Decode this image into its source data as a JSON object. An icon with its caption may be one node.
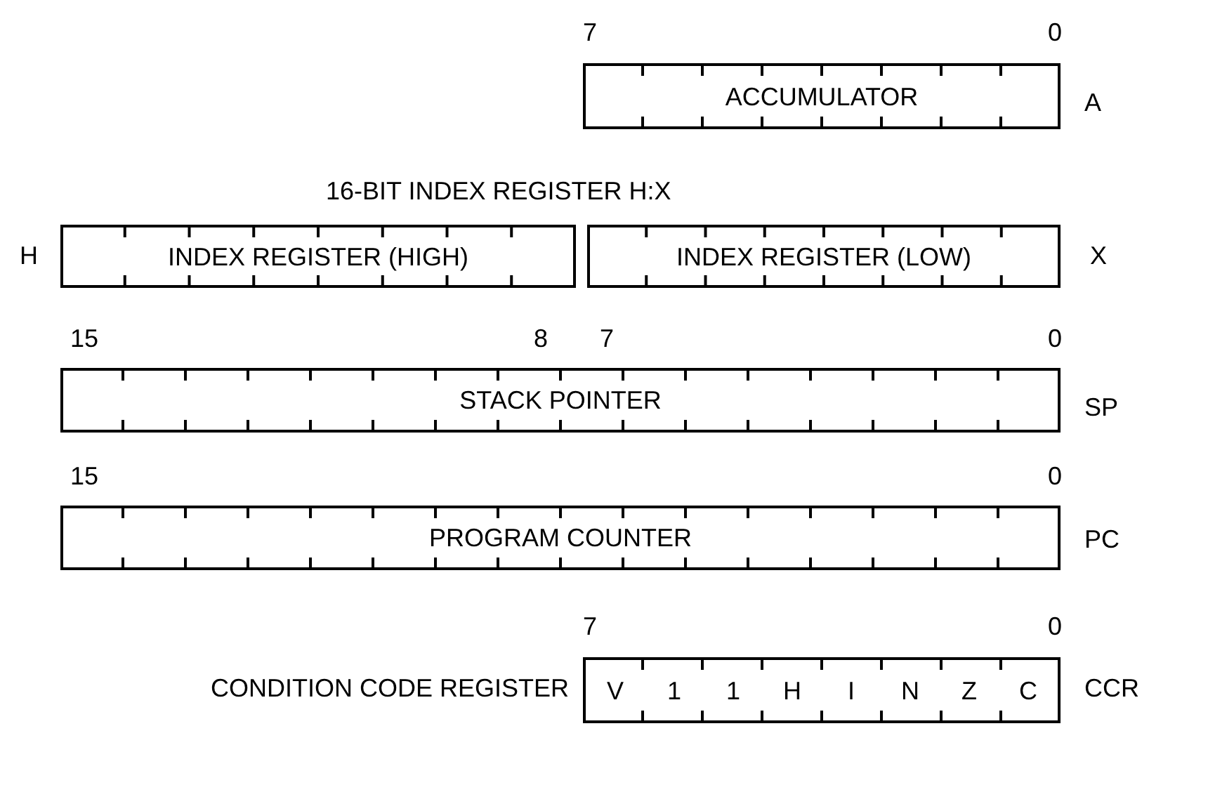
{
  "diagram": {
    "nodes": [
      {
        "text": [
          "ACCUMULATOR"
        ],
        "beside": [
          "A"
        ]
      },
      {
        "text": [
          "INDEX REGISTER (HIGH)"
        ],
        "beside": [
          "H"
        ]
      },
      {
        "text": [
          "INDEX REGISTER (LOW)"
        ],
        "beside": [
          "X"
        ]
      },
      {
        "text": [
          "STACK POINTER"
        ],
        "beside": [
          "SP"
        ]
      },
      {
        "text": [
          "PROGRAM COUNTER"
        ],
        "beside": [
          "PC"
        ]
      },
      {
        "text": [
          "V",
          "1",
          "1",
          "H",
          "I",
          "N",
          "Z",
          "C"
        ],
        "beside": [
          "CONDITION CODE REGISTER",
          "CCR"
        ]
      }
    ],
    "edges": [],
    "labels": [
      "7",
      "0",
      "16-BIT INDEX REGISTER H:X",
      "15",
      "8",
      "7",
      "0",
      "15",
      "0",
      "7",
      "0"
    ]
  }
}
